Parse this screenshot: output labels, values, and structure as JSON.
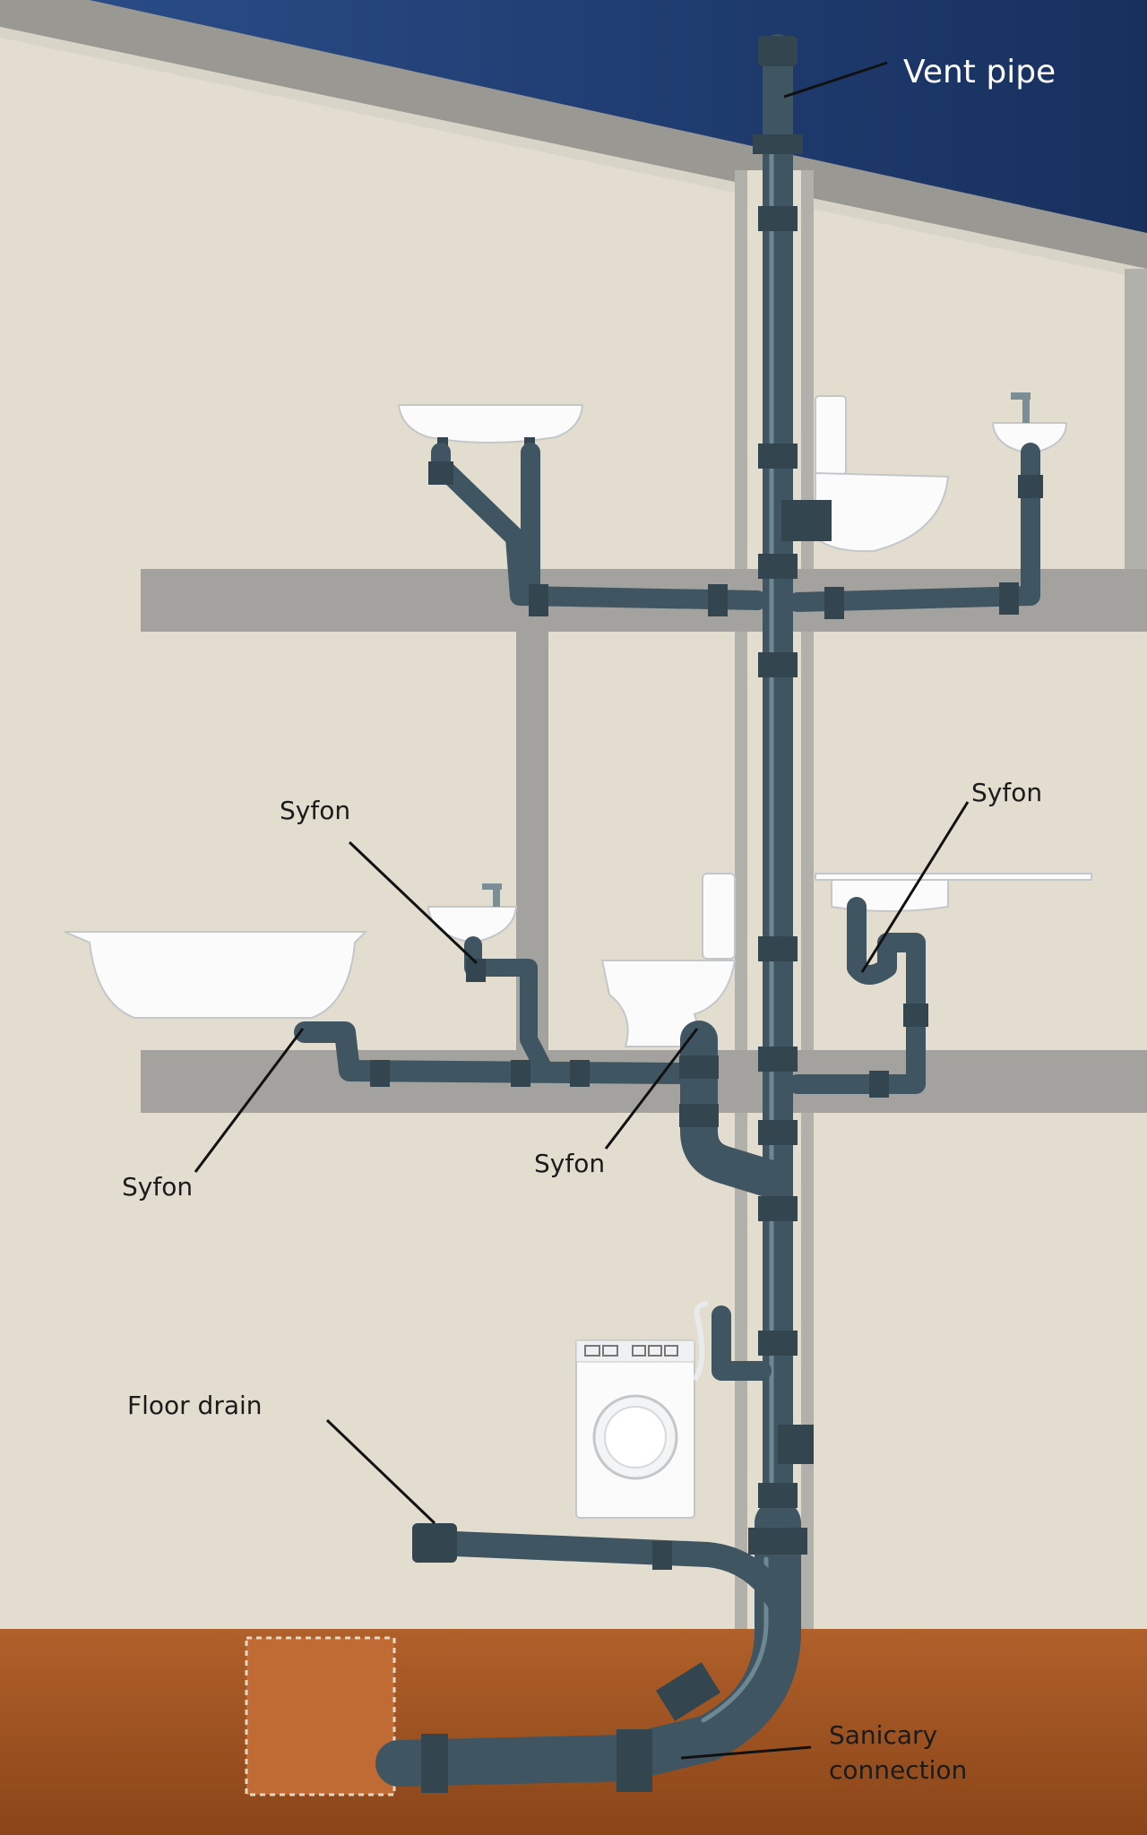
{
  "labels": {
    "vent_pipe": "Vent pipe",
    "syfon_upper_left": "Syfon",
    "syfon_right": "Syfon",
    "syfon_bath": "Syfon",
    "syfon_toilet": "Syfon",
    "floor_drain": "Floor drain",
    "sanitary_line1": "Sanicary",
    "sanitary_line2": "connection"
  },
  "colors": {
    "sky": "#1f3d74",
    "wall": "#e3ddd0",
    "slab": "#a3a29e",
    "ground": "#a2541e",
    "pipe": "#3f5561",
    "pipe_highlight": "#6d8793",
    "fixture": "#fbfbfb"
  }
}
